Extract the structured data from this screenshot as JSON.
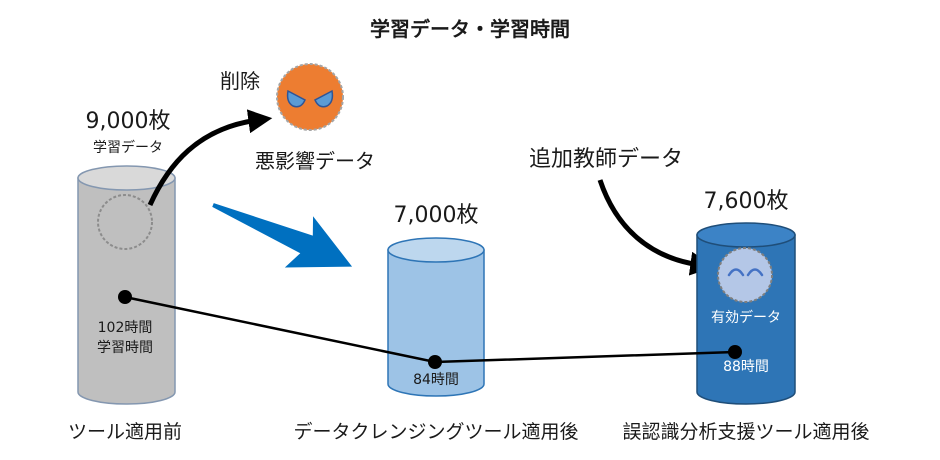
{
  "title": "学習データ・学習時間",
  "stages": [
    {
      "label": "ツール適用前",
      "count": "9,000枚",
      "count_caption": "学習データ",
      "hours": "102時間",
      "hours_caption": "学習時間",
      "body_color": "#bfbfbf",
      "top_color": "#d9d9d9"
    },
    {
      "label": "データクレンジングツール適用後",
      "count": "7,000枚",
      "hours": "84時間",
      "body_color": "#9dc3e6",
      "top_color": "#bdd7ee"
    },
    {
      "label": "誤認識分析支援ツール適用後",
      "count": "7,600枚",
      "hours": "88時間",
      "inner_caption": "有効データ",
      "body_color": "#2e75b6",
      "top_color": "#3c83c6"
    }
  ],
  "removed_data": {
    "action": "削除",
    "label": "悪影響データ",
    "icon": "angry-face-icon",
    "color": "#ed7d31"
  },
  "added_data": {
    "label": "追加教師データ",
    "icon": "smiley-face-icon",
    "color": "#b4c7e7"
  },
  "flow_arrow_color": "#0070c0"
}
